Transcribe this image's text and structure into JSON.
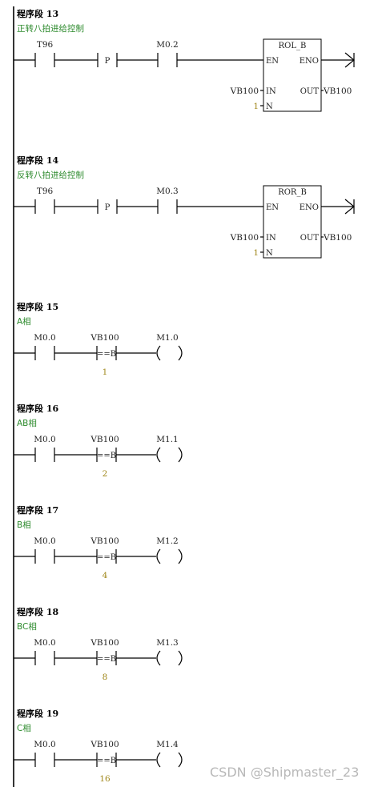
{
  "segments": [
    {
      "kind": "box",
      "title": "程序段 13",
      "comment": "正转八拍进给控制",
      "contact1": "T96",
      "pulse": "P",
      "contact2": "M0.2",
      "block": {
        "name": "ROL_B",
        "en": "EN",
        "eno": "ENO",
        "in": "IN",
        "out": "OUT",
        "n": "N"
      },
      "in_var": "VB100",
      "out_var": "VB100",
      "n_val": "1"
    },
    {
      "kind": "box",
      "title": "程序段 14",
      "comment": "反转八拍进给控制",
      "contact1": "T96",
      "pulse": "P",
      "contact2": "M0.3",
      "block": {
        "name": "ROR_B",
        "en": "EN",
        "eno": "ENO",
        "in": "IN",
        "out": "OUT",
        "n": "N"
      },
      "in_var": "VB100",
      "out_var": "VB100",
      "n_val": "1"
    },
    {
      "kind": "cmp",
      "title": "程序段 15",
      "comment": "A相",
      "contact1": "M0.0",
      "cmp_var": "VB100",
      "op": "==B",
      "cmp_val": "1",
      "coil": "M1.0"
    },
    {
      "kind": "cmp",
      "title": "程序段 16",
      "comment": "AB相",
      "contact1": "M0.0",
      "cmp_var": "VB100",
      "op": "==B",
      "cmp_val": "2",
      "coil": "M1.1"
    },
    {
      "kind": "cmp",
      "title": "程序段 17",
      "comment": "B相",
      "contact1": "M0.0",
      "cmp_var": "VB100",
      "op": "==B",
      "cmp_val": "4",
      "coil": "M1.2"
    },
    {
      "kind": "cmp",
      "title": "程序段 18",
      "comment": "BC相",
      "contact1": "M0.0",
      "cmp_var": "VB100",
      "op": "==B",
      "cmp_val": "8",
      "coil": "M1.3"
    },
    {
      "kind": "cmp",
      "title": "程序段 19",
      "comment": "C相",
      "contact1": "M0.0",
      "cmp_var": "VB100",
      "op": "==B",
      "cmp_val": "16",
      "coil": "M1.4"
    }
  ],
  "watermark": "CSDN @Shipmaster_23",
  "colors": {
    "comment": "#2e8b2e",
    "param": "#a0871a",
    "line": "#000000"
  }
}
